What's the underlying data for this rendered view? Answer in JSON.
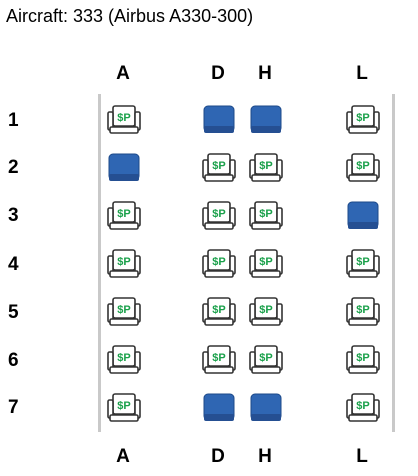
{
  "header": {
    "aircraft_title": "Aircraft: 333 (Airbus A330-300)"
  },
  "columns": [
    "A",
    "D",
    "H",
    "L"
  ],
  "rows": [
    "1",
    "2",
    "3",
    "4",
    "5",
    "6",
    "7"
  ],
  "seat_symbol": "$P",
  "seat_status": {
    "1": [
      "available-paid",
      "occupied",
      "occupied",
      "available-paid"
    ],
    "2": [
      "occupied",
      "available-paid",
      "available-paid",
      "available-paid"
    ],
    "3": [
      "available-paid",
      "available-paid",
      "available-paid",
      "occupied"
    ],
    "4": [
      "available-paid",
      "available-paid",
      "available-paid",
      "available-paid"
    ],
    "5": [
      "available-paid",
      "available-paid",
      "available-paid",
      "available-paid"
    ],
    "6": [
      "available-paid",
      "available-paid",
      "available-paid",
      "available-paid"
    ],
    "7": [
      "available-paid",
      "occupied",
      "occupied",
      "available-paid"
    ]
  },
  "colors": {
    "occupied": "#2f66b3",
    "available_outline": "#333333",
    "paid_symbol": "#1aa04a",
    "rail": "#c9c9c9"
  }
}
